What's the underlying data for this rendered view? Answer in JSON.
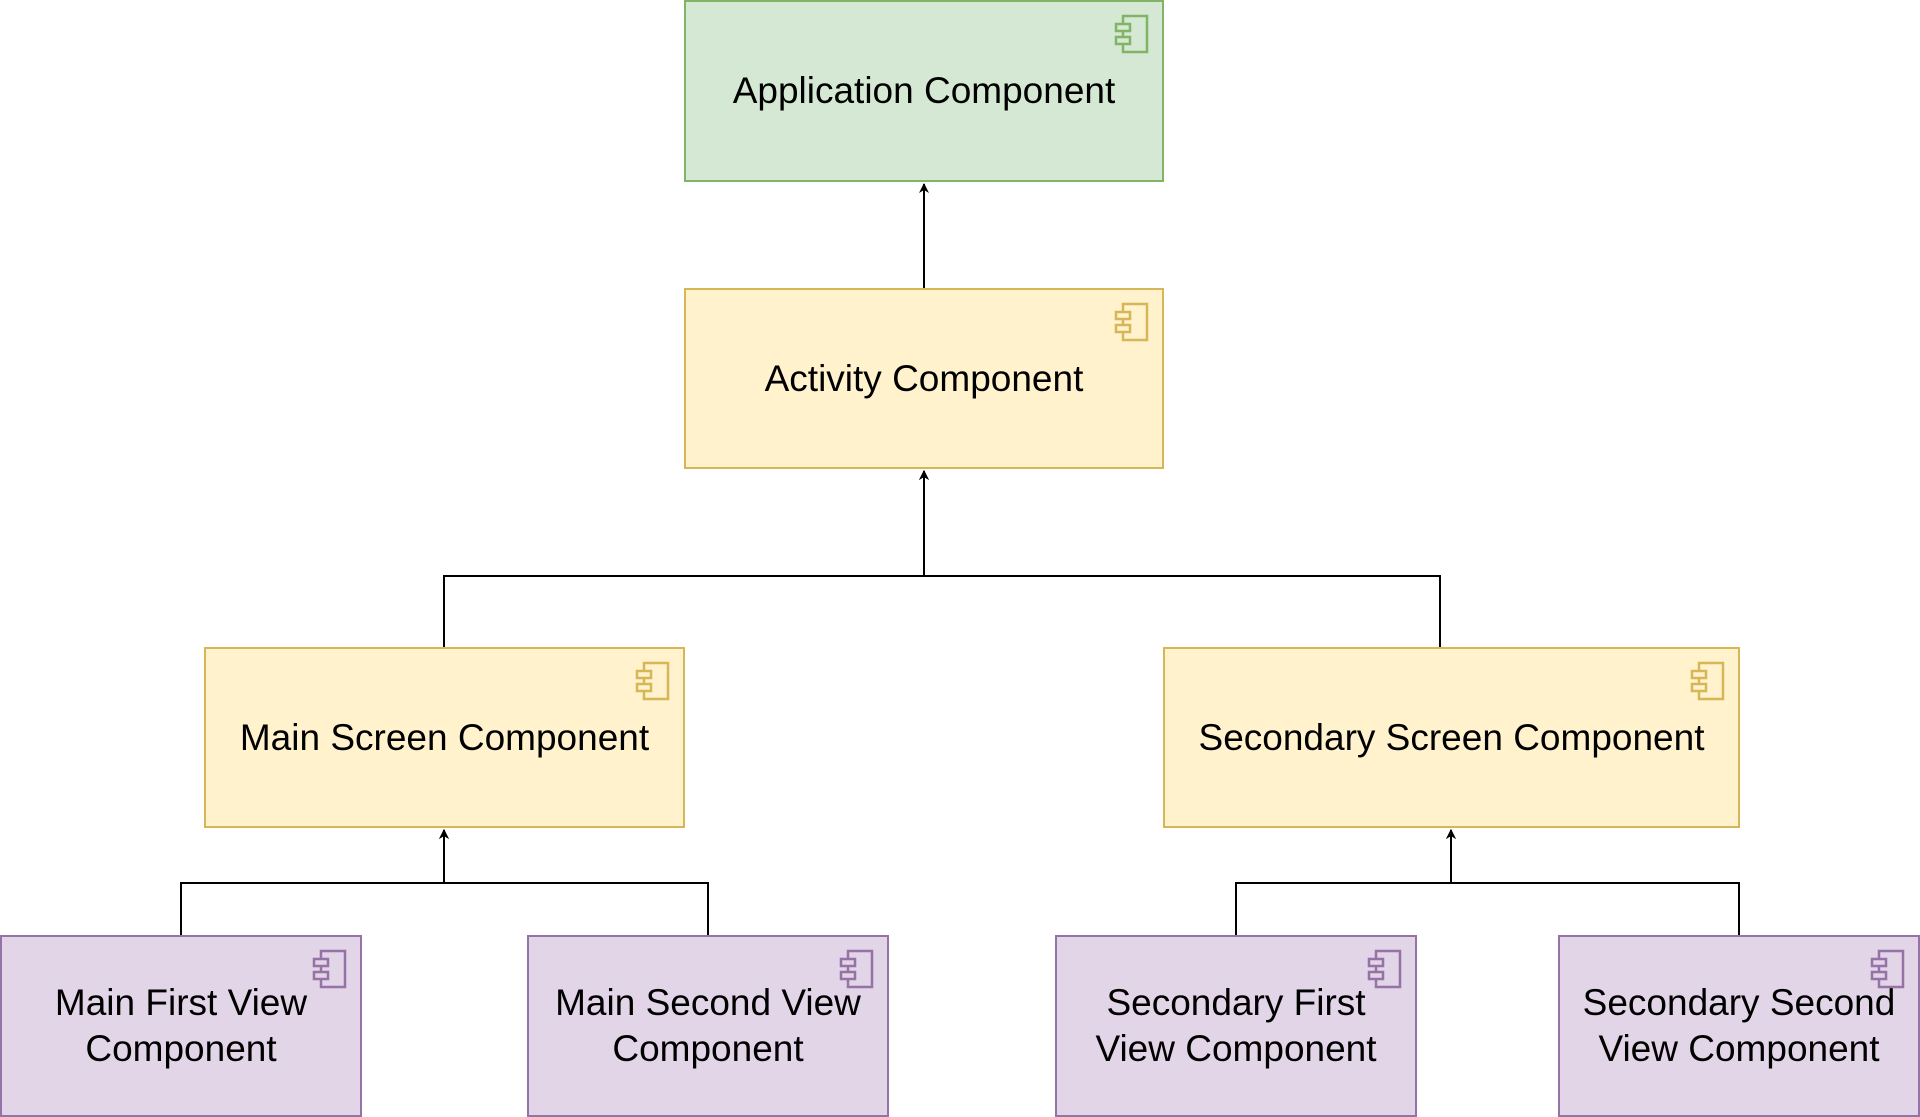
{
  "colors": {
    "application": {
      "fill": "#d5e8d4",
      "stroke": "#82b366"
    },
    "activity_screen": {
      "fill": "#fff2cc",
      "stroke": "#d6b656"
    },
    "view": {
      "fill": "#e1d5e7",
      "stroke": "#9673a6"
    },
    "connector": "#000000"
  },
  "icon": "component-icon",
  "nodes": {
    "application": {
      "label": "Application Component"
    },
    "activity": {
      "label": "Activity Component"
    },
    "main_screen": {
      "label": "Main Screen Component"
    },
    "secondary_screen": {
      "label": "Secondary Screen Component"
    },
    "main_first_view": {
      "label": "Main First View Component"
    },
    "main_second_view": {
      "label": "Main Second View Component"
    },
    "secondary_first_view": {
      "label": "Secondary First View Component"
    },
    "secondary_second_view": {
      "label": "Secondary Second View Component"
    }
  },
  "edges": [
    {
      "from": "activity",
      "to": "application"
    },
    {
      "from": "main_screen",
      "to": "activity"
    },
    {
      "from": "secondary_screen",
      "to": "activity"
    },
    {
      "from": "main_first_view",
      "to": "main_screen"
    },
    {
      "from": "main_second_view",
      "to": "main_screen"
    },
    {
      "from": "secondary_first_view",
      "to": "secondary_screen"
    },
    {
      "from": "secondary_second_view",
      "to": "secondary_screen"
    }
  ]
}
